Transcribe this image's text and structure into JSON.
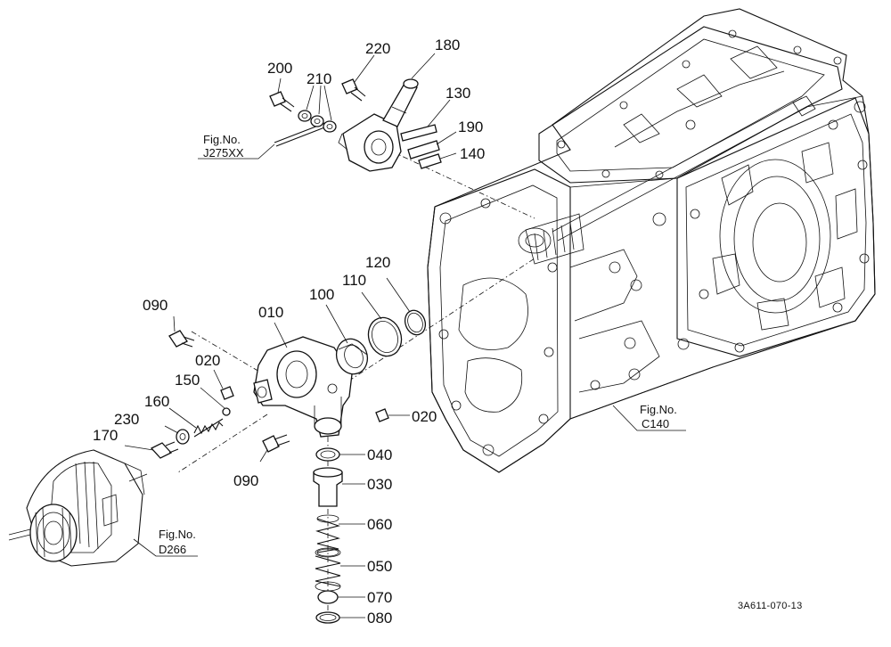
{
  "labels": {
    "p010": "010",
    "p020a": "020",
    "p020b": "020",
    "p030": "030",
    "p040": "040",
    "p050": "050",
    "p060": "060",
    "p070": "070",
    "p080": "080",
    "p090a": "090",
    "p090b": "090",
    "p100": "100",
    "p110": "110",
    "p120": "120",
    "p130": "130",
    "p140": "140",
    "p150": "150",
    "p160": "160",
    "p170": "170",
    "p180": "180",
    "p190": "190",
    "p200": "200",
    "p210": "210",
    "p220": "220",
    "p230": "230"
  },
  "figrefs": {
    "j275_fig": "Fig.No.",
    "j275_no": "J275XX",
    "c140_fig": "Fig.No.",
    "c140_no": "C140",
    "d266_fig": "Fig.No.",
    "d266_no": "D266"
  },
  "diagram_code": "3A611-070-13"
}
